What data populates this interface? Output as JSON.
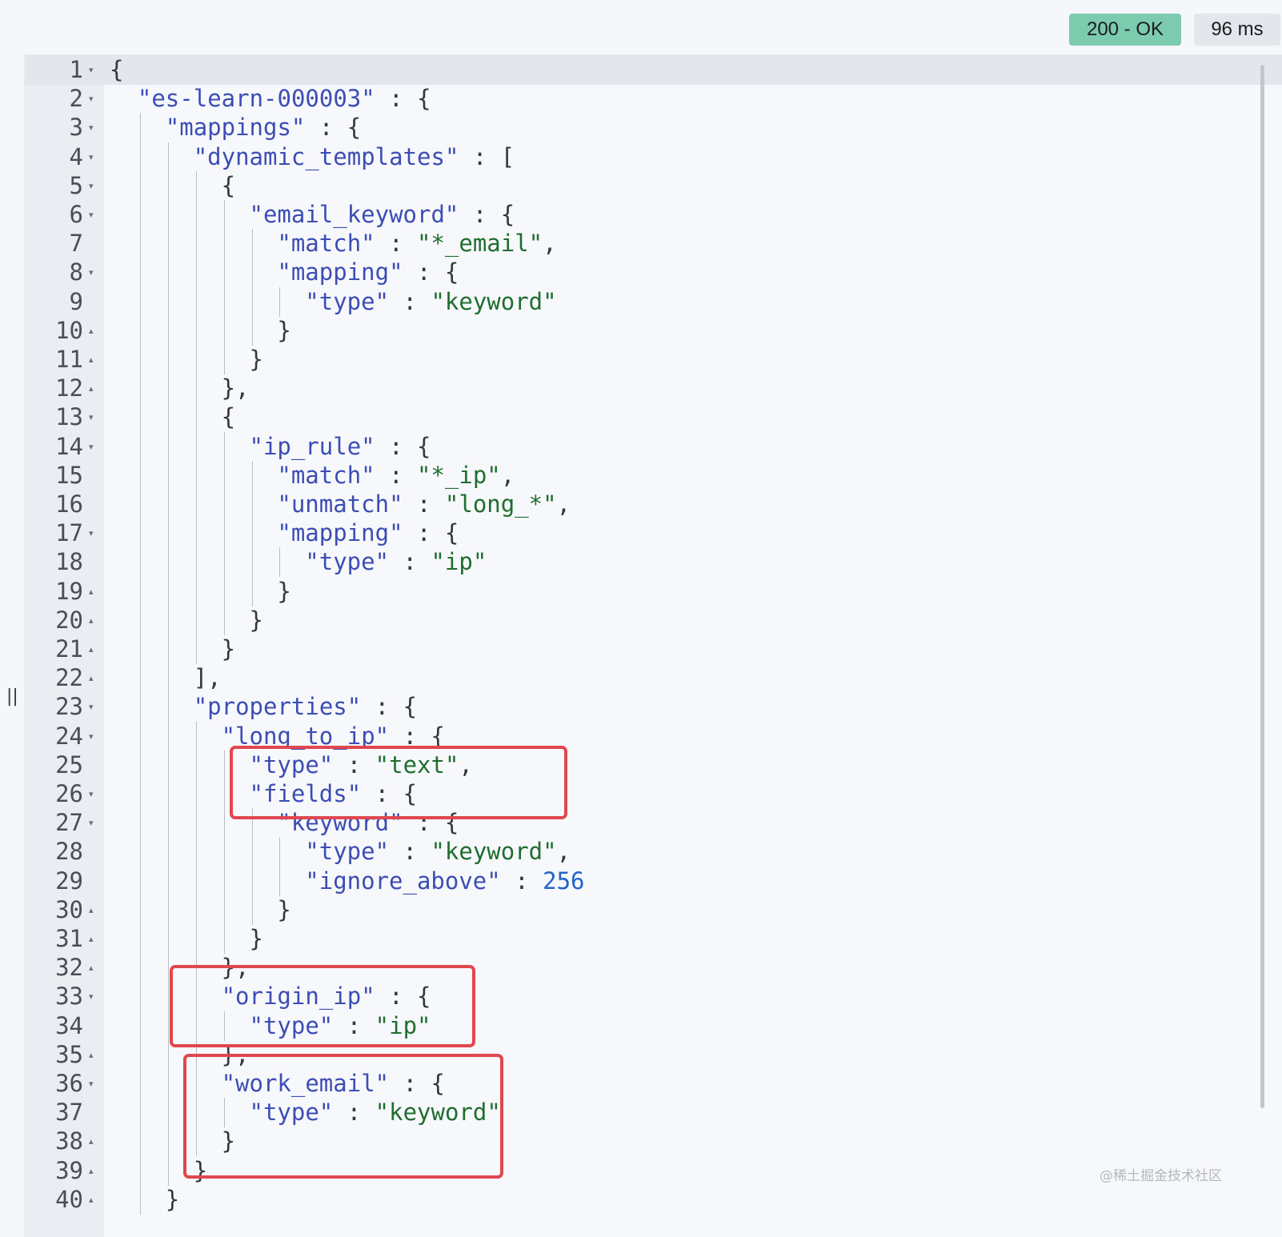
{
  "response": {
    "status_label": "200 - OK",
    "time_label": "96 ms",
    "status_color": "#7dcbaf"
  },
  "divider": {
    "handle_glyph": "||"
  },
  "editor": {
    "highlight_color": "#e0474f",
    "lines": [
      {
        "n": "1",
        "fold": "▾",
        "indent": 0,
        "guides": 0,
        "t": [
          {
            "c": "p",
            "v": "{"
          }
        ]
      },
      {
        "n": "2",
        "fold": "▾",
        "indent": 1,
        "guides": 0,
        "t": [
          {
            "c": "k",
            "v": "\"es-learn-000003\""
          },
          {
            "c": "p",
            "v": " : {"
          }
        ]
      },
      {
        "n": "3",
        "fold": "▾",
        "indent": 2,
        "guides": 1,
        "t": [
          {
            "c": "k",
            "v": "\"mappings\""
          },
          {
            "c": "p",
            "v": " : {"
          }
        ]
      },
      {
        "n": "4",
        "fold": "▾",
        "indent": 3,
        "guides": 2,
        "t": [
          {
            "c": "k",
            "v": "\"dynamic_templates\""
          },
          {
            "c": "p",
            "v": " : ["
          }
        ]
      },
      {
        "n": "5",
        "fold": "▾",
        "indent": 4,
        "guides": 3,
        "t": [
          {
            "c": "p",
            "v": "{"
          }
        ]
      },
      {
        "n": "6",
        "fold": "▾",
        "indent": 5,
        "guides": 4,
        "t": [
          {
            "c": "k",
            "v": "\"email_keyword\""
          },
          {
            "c": "p",
            "v": " : {"
          }
        ]
      },
      {
        "n": "7",
        "fold": "",
        "indent": 6,
        "guides": 5,
        "t": [
          {
            "c": "k",
            "v": "\"match\""
          },
          {
            "c": "p",
            "v": " : "
          },
          {
            "c": "s",
            "v": "\"*_email\""
          },
          {
            "c": "p",
            "v": ","
          }
        ]
      },
      {
        "n": "8",
        "fold": "▾",
        "indent": 6,
        "guides": 5,
        "t": [
          {
            "c": "k",
            "v": "\"mapping\""
          },
          {
            "c": "p",
            "v": " : {"
          }
        ]
      },
      {
        "n": "9",
        "fold": "",
        "indent": 7,
        "guides": 6,
        "t": [
          {
            "c": "k",
            "v": "\"type\""
          },
          {
            "c": "p",
            "v": " : "
          },
          {
            "c": "s",
            "v": "\"keyword\""
          }
        ]
      },
      {
        "n": "10",
        "fold": "▴",
        "indent": 6,
        "guides": 5,
        "t": [
          {
            "c": "p",
            "v": "}"
          }
        ]
      },
      {
        "n": "11",
        "fold": "▴",
        "indent": 5,
        "guides": 4,
        "t": [
          {
            "c": "p",
            "v": "}"
          }
        ]
      },
      {
        "n": "12",
        "fold": "▴",
        "indent": 4,
        "guides": 3,
        "t": [
          {
            "c": "p",
            "v": "},"
          }
        ]
      },
      {
        "n": "13",
        "fold": "▾",
        "indent": 4,
        "guides": 3,
        "t": [
          {
            "c": "p",
            "v": "{"
          }
        ]
      },
      {
        "n": "14",
        "fold": "▾",
        "indent": 5,
        "guides": 4,
        "t": [
          {
            "c": "k",
            "v": "\"ip_rule\""
          },
          {
            "c": "p",
            "v": " : {"
          }
        ]
      },
      {
        "n": "15",
        "fold": "",
        "indent": 6,
        "guides": 5,
        "t": [
          {
            "c": "k",
            "v": "\"match\""
          },
          {
            "c": "p",
            "v": " : "
          },
          {
            "c": "s",
            "v": "\"*_ip\""
          },
          {
            "c": "p",
            "v": ","
          }
        ]
      },
      {
        "n": "16",
        "fold": "",
        "indent": 6,
        "guides": 5,
        "t": [
          {
            "c": "k",
            "v": "\"unmatch\""
          },
          {
            "c": "p",
            "v": " : "
          },
          {
            "c": "s",
            "v": "\"long_*\""
          },
          {
            "c": "p",
            "v": ","
          }
        ]
      },
      {
        "n": "17",
        "fold": "▾",
        "indent": 6,
        "guides": 5,
        "t": [
          {
            "c": "k",
            "v": "\"mapping\""
          },
          {
            "c": "p",
            "v": " : {"
          }
        ]
      },
      {
        "n": "18",
        "fold": "",
        "indent": 7,
        "guides": 6,
        "t": [
          {
            "c": "k",
            "v": "\"type\""
          },
          {
            "c": "p",
            "v": " : "
          },
          {
            "c": "s",
            "v": "\"ip\""
          }
        ]
      },
      {
        "n": "19",
        "fold": "▴",
        "indent": 6,
        "guides": 5,
        "t": [
          {
            "c": "p",
            "v": "}"
          }
        ]
      },
      {
        "n": "20",
        "fold": "▴",
        "indent": 5,
        "guides": 4,
        "t": [
          {
            "c": "p",
            "v": "}"
          }
        ]
      },
      {
        "n": "21",
        "fold": "▴",
        "indent": 4,
        "guides": 3,
        "t": [
          {
            "c": "p",
            "v": "}"
          }
        ]
      },
      {
        "n": "22",
        "fold": "▴",
        "indent": 3,
        "guides": 2,
        "t": [
          {
            "c": "p",
            "v": "],"
          }
        ]
      },
      {
        "n": "23",
        "fold": "▾",
        "indent": 3,
        "guides": 2,
        "t": [
          {
            "c": "k",
            "v": "\"properties\""
          },
          {
            "c": "p",
            "v": " : {"
          }
        ]
      },
      {
        "n": "24",
        "fold": "▾",
        "indent": 4,
        "guides": 3,
        "t": [
          {
            "c": "k",
            "v": "\"long_to_ip\""
          },
          {
            "c": "p",
            "v": " : {"
          }
        ]
      },
      {
        "n": "25",
        "fold": "",
        "indent": 5,
        "guides": 4,
        "t": [
          {
            "c": "k",
            "v": "\"type\""
          },
          {
            "c": "p",
            "v": " : "
          },
          {
            "c": "s",
            "v": "\"text\""
          },
          {
            "c": "p",
            "v": ","
          }
        ]
      },
      {
        "n": "26",
        "fold": "▾",
        "indent": 5,
        "guides": 4,
        "t": [
          {
            "c": "k",
            "v": "\"fields\""
          },
          {
            "c": "p",
            "v": " : {"
          }
        ]
      },
      {
        "n": "27",
        "fold": "▾",
        "indent": 6,
        "guides": 5,
        "t": [
          {
            "c": "k",
            "v": "\"keyword\""
          },
          {
            "c": "p",
            "v": " : {"
          }
        ]
      },
      {
        "n": "28",
        "fold": "",
        "indent": 7,
        "guides": 6,
        "t": [
          {
            "c": "k",
            "v": "\"type\""
          },
          {
            "c": "p",
            "v": " : "
          },
          {
            "c": "s",
            "v": "\"keyword\""
          },
          {
            "c": "p",
            "v": ","
          }
        ]
      },
      {
        "n": "29",
        "fold": "",
        "indent": 7,
        "guides": 6,
        "t": [
          {
            "c": "k",
            "v": "\"ignore_above\""
          },
          {
            "c": "p",
            "v": " : "
          },
          {
            "c": "n",
            "v": "256"
          }
        ]
      },
      {
        "n": "30",
        "fold": "▴",
        "indent": 6,
        "guides": 5,
        "t": [
          {
            "c": "p",
            "v": "}"
          }
        ]
      },
      {
        "n": "31",
        "fold": "▴",
        "indent": 5,
        "guides": 4,
        "t": [
          {
            "c": "p",
            "v": "}"
          }
        ]
      },
      {
        "n": "32",
        "fold": "▴",
        "indent": 4,
        "guides": 3,
        "t": [
          {
            "c": "p",
            "v": "},"
          }
        ]
      },
      {
        "n": "33",
        "fold": "▾",
        "indent": 4,
        "guides": 3,
        "t": [
          {
            "c": "k",
            "v": "\"origin_ip\""
          },
          {
            "c": "p",
            "v": " : {"
          }
        ]
      },
      {
        "n": "34",
        "fold": "",
        "indent": 5,
        "guides": 4,
        "t": [
          {
            "c": "k",
            "v": "\"type\""
          },
          {
            "c": "p",
            "v": " : "
          },
          {
            "c": "s",
            "v": "\"ip\""
          }
        ]
      },
      {
        "n": "35",
        "fold": "▴",
        "indent": 4,
        "guides": 3,
        "t": [
          {
            "c": "p",
            "v": "},"
          }
        ]
      },
      {
        "n": "36",
        "fold": "▾",
        "indent": 4,
        "guides": 3,
        "t": [
          {
            "c": "k",
            "v": "\"work_email\""
          },
          {
            "c": "p",
            "v": " : {"
          }
        ]
      },
      {
        "n": "37",
        "fold": "",
        "indent": 5,
        "guides": 4,
        "t": [
          {
            "c": "k",
            "v": "\"type\""
          },
          {
            "c": "p",
            "v": " : "
          },
          {
            "c": "s",
            "v": "\"keyword\""
          }
        ]
      },
      {
        "n": "38",
        "fold": "▴",
        "indent": 4,
        "guides": 3,
        "t": [
          {
            "c": "p",
            "v": "}"
          }
        ]
      },
      {
        "n": "39",
        "fold": "▴",
        "indent": 3,
        "guides": 2,
        "t": [
          {
            "c": "p",
            "v": "}"
          }
        ]
      },
      {
        "n": "40",
        "fold": "▴",
        "indent": 2,
        "guides": 1,
        "t": [
          {
            "c": "p",
            "v": "}"
          }
        ]
      }
    ]
  },
  "watermark": "@稀土掘金技术社区"
}
